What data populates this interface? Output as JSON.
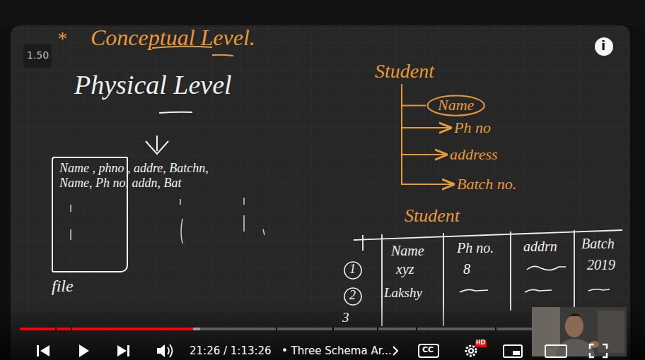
{
  "diagram": {
    "nodes": [
      {
        "text": [
          "Student"
        ]
      },
      {
        "text": [
          "Name"
        ]
      },
      {
        "text": [
          "Ph no"
        ]
      },
      {
        "text": [
          "address"
        ]
      },
      {
        "text": [
          "Batch no."
        ]
      },
      {
        "text": [
          "file"
        ]
      }
    ],
    "edges": [
      {
        "from": 0,
        "to": 1,
        "arrow": "none"
      },
      {
        "from": 0,
        "to": 2,
        "arrow": "to"
      },
      {
        "from": 0,
        "to": 3,
        "arrow": "to"
      },
      {
        "from": 0,
        "to": 4,
        "arrow": "to"
      }
    ],
    "labels": [
      "*",
      "Conceptual Level.",
      "Physical Level",
      "Name , phno , addre, Batchn,",
      "Name, Ph no. addn, Bat",
      "Student",
      "Name",
      "Ph no.",
      "addrn",
      "Batch",
      "1",
      "xyz",
      "8",
      "2019",
      "2",
      "Lakshy",
      "3",
      "1.50",
      "i",
      "21:26 / 1:13:26",
      "• Three Schema Ar...",
      "CC",
      "HD"
    ]
  }
}
